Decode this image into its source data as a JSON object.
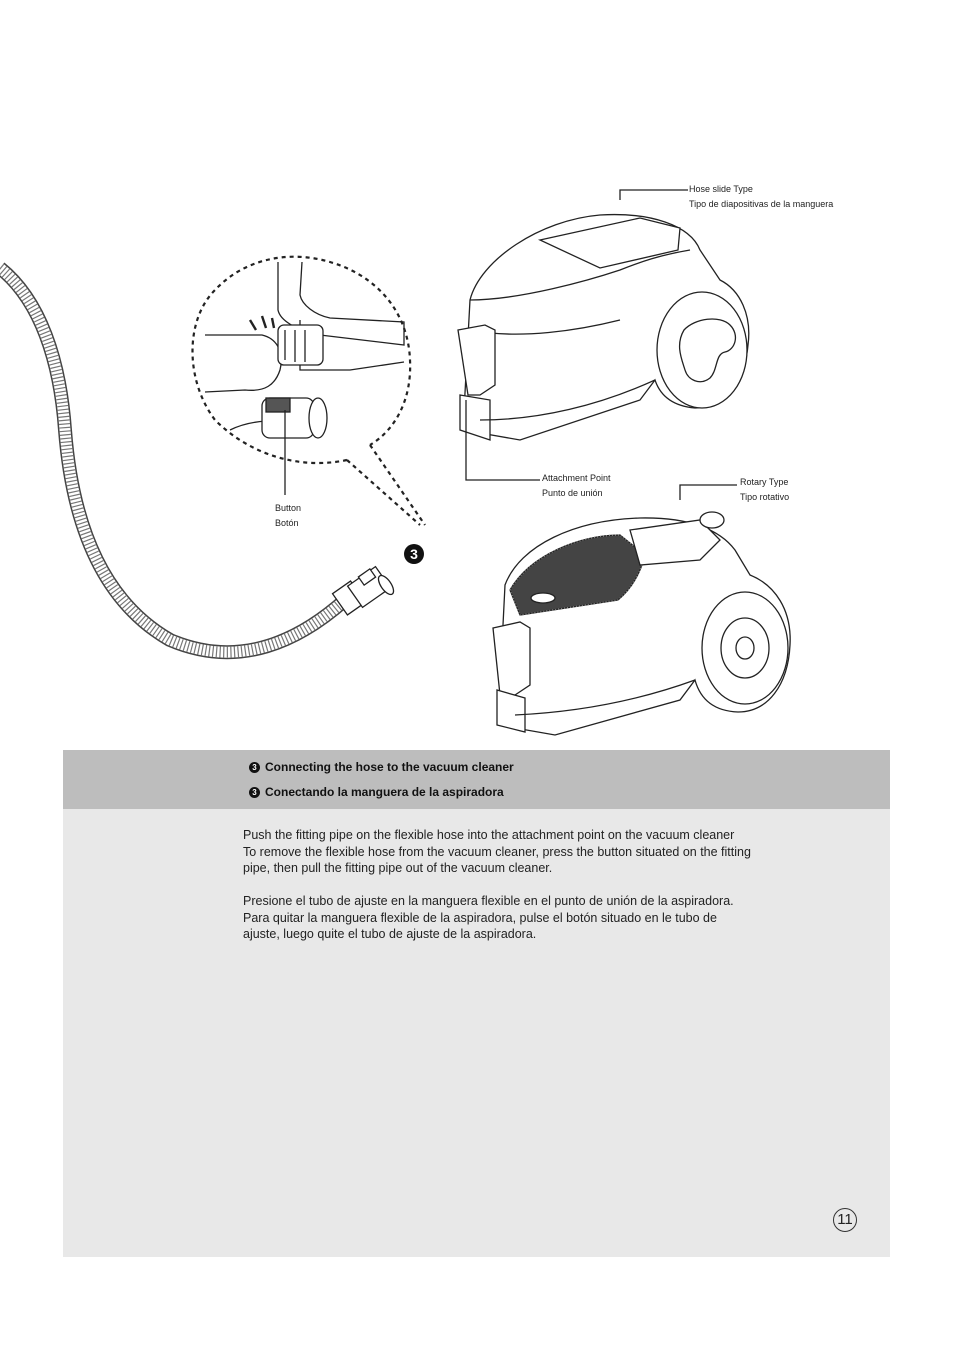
{
  "illustration": {
    "hose_slide": {
      "en": "Hose slide Type",
      "es": "Tipo de diapositivas de la manguera"
    },
    "attachment": {
      "en": "Attachment Point",
      "es": "Punto de unión"
    },
    "rotary": {
      "en": "Rotary Type",
      "es": "Tipo rotativo"
    },
    "button": {
      "en": "Button",
      "es": "Botón"
    },
    "step_marker": "3"
  },
  "section": {
    "bullet": "3",
    "title_en": "Connecting the hose to the vacuum cleaner",
    "title_es": "Conectando la manguera de la aspiradora"
  },
  "body": {
    "en_lines": [
      "Push the fitting pipe on the flexible hose into the attachment point on the vacuum cleaner",
      "To remove the flexible hose from the vacuum cleaner, press the button situated on the fitting",
      "pipe, then pull the fitting pipe out of the vacuum cleaner."
    ],
    "es_lines": [
      "Presione el tubo de ajuste en la manguera flexible en el punto de unión de la aspiradora.",
      "Para quitar la manguera flexible de la aspiradora, pulse el botón situado en le tubo de",
      "ajuste, luego quite el tubo de ajuste de la aspiradora."
    ]
  },
  "page_number": "11"
}
